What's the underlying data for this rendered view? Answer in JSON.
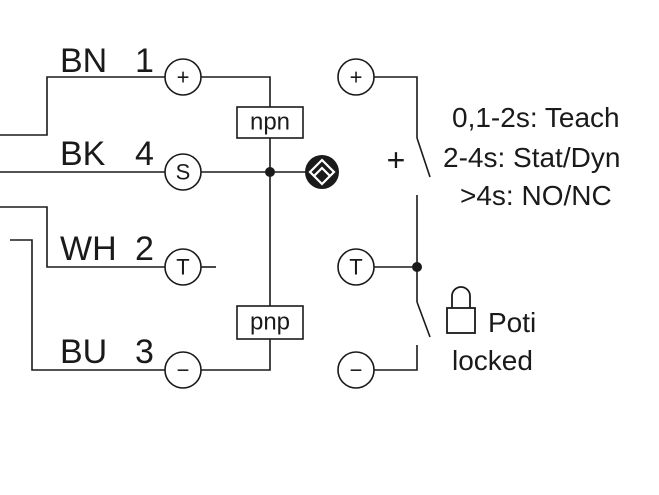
{
  "wires": [
    {
      "color": "BN",
      "pin": "1",
      "terminal": "+"
    },
    {
      "color": "BK",
      "pin": "4",
      "terminal": "S"
    },
    {
      "color": "WH",
      "pin": "2",
      "terminal": "T"
    },
    {
      "color": "BU",
      "pin": "3",
      "terminal": "−"
    }
  ],
  "output_boxes": {
    "top": "npn",
    "bottom": "pnp"
  },
  "switch_terminals": {
    "top": "+",
    "middle": "T",
    "bottom": "−"
  },
  "switch_sign": "+",
  "teach_notes": [
    "0,1-2s: Teach",
    "2-4s: Stat/Dyn",
    ">4s: NO/NC"
  ],
  "lock_label": {
    "line1": "Poti",
    "line2": "locked"
  },
  "icons": {
    "output_symbol": "diamond-output-icon",
    "lock": "padlock-icon"
  },
  "colors": {
    "line": "#1a1a1a",
    "background": "#ffffff"
  }
}
